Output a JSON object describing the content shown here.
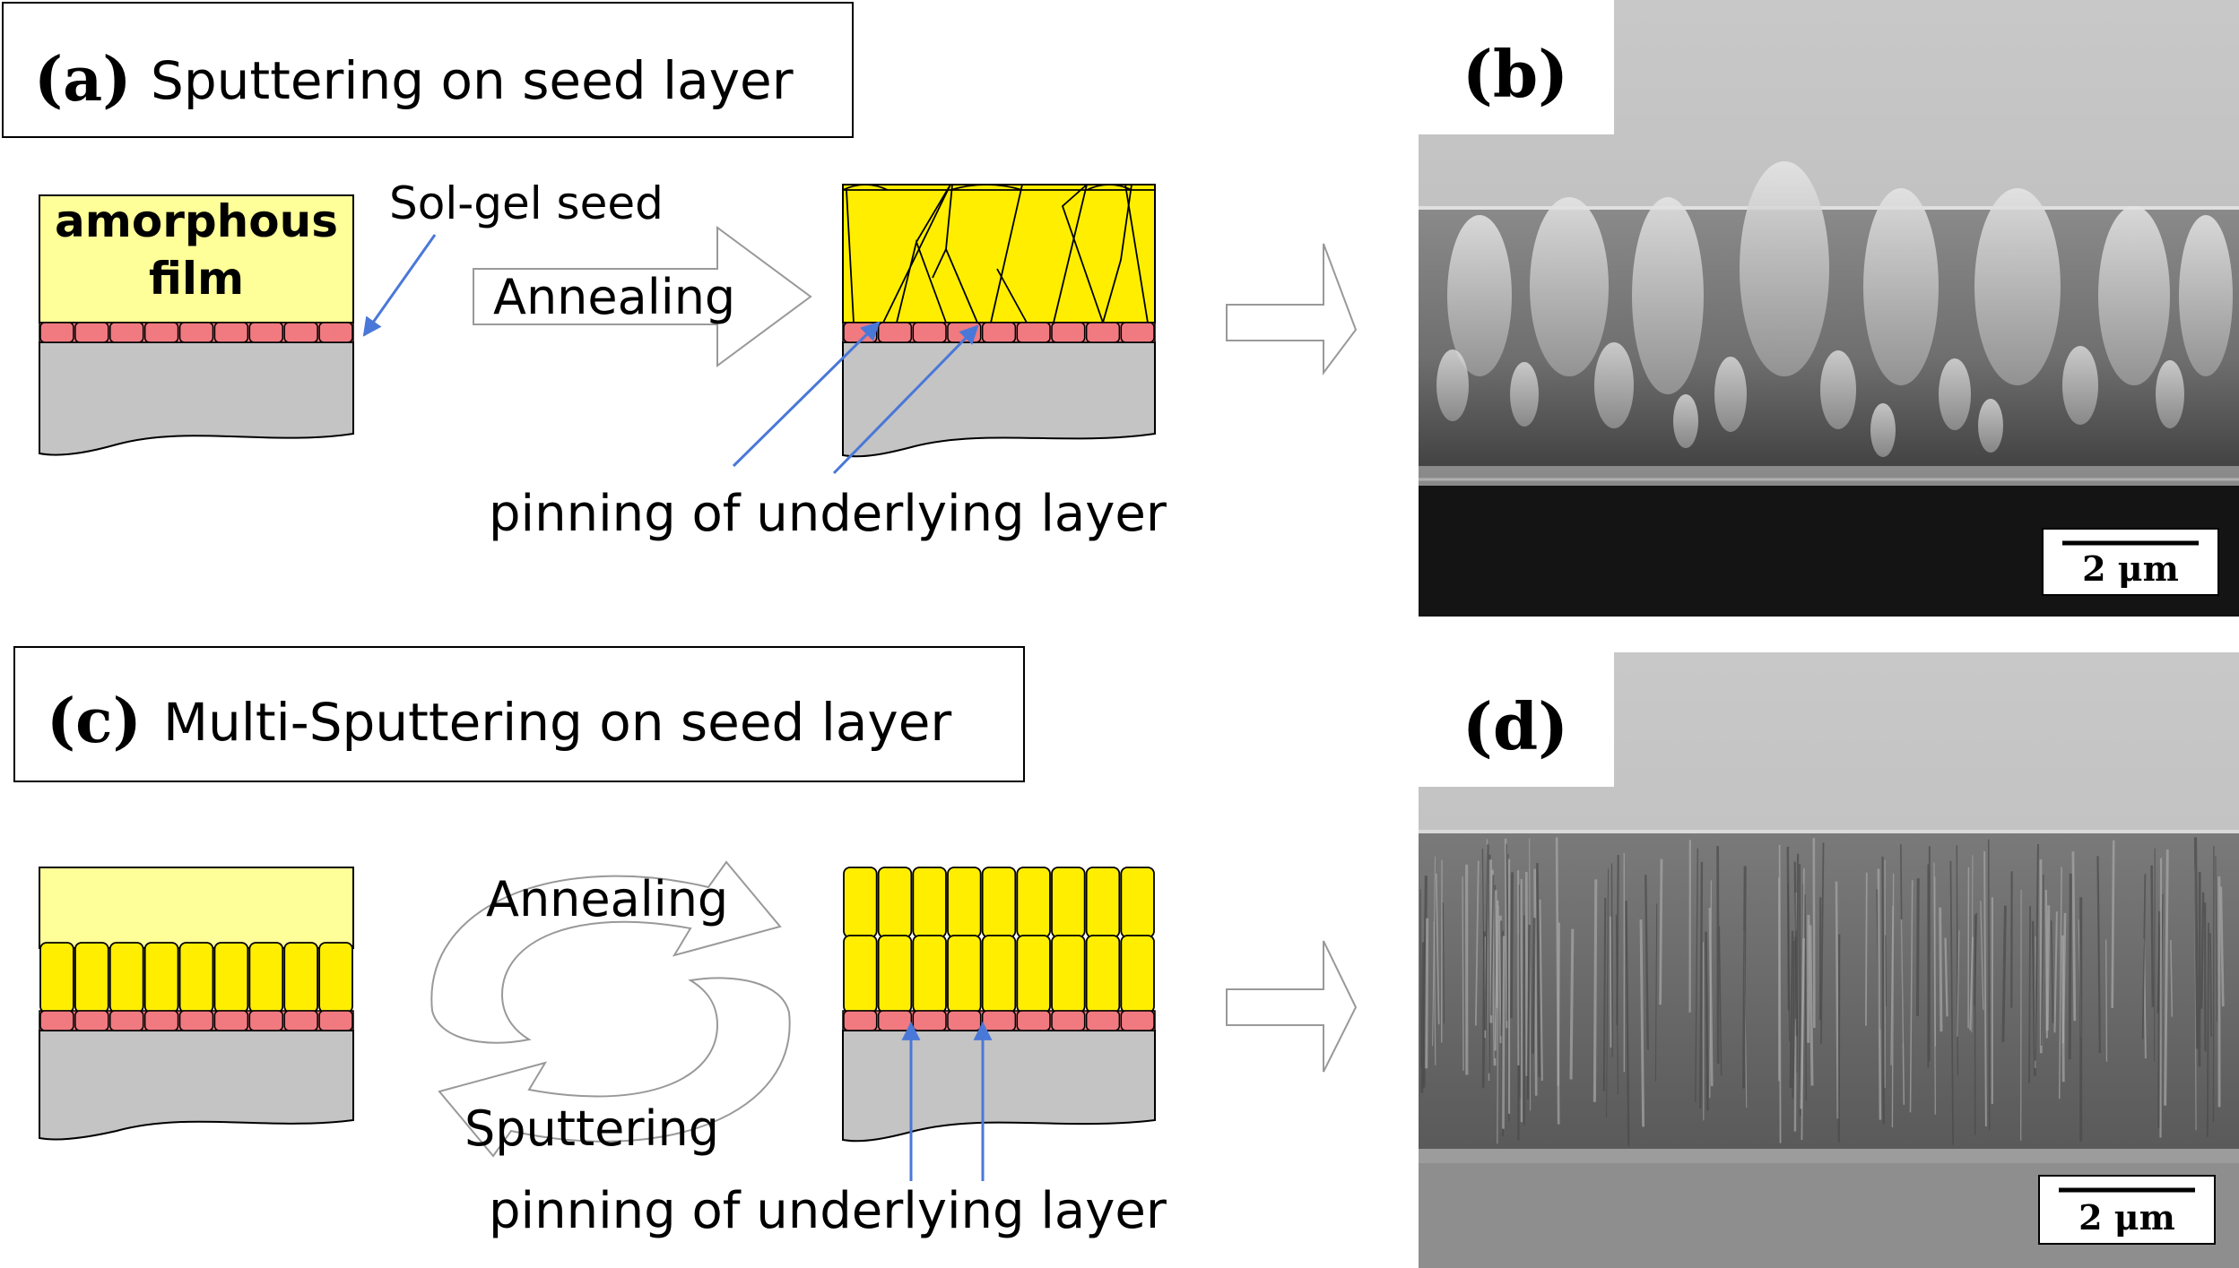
{
  "panel_a": {
    "letter": "(a)",
    "title": "Sputtering on seed layer",
    "film_line1": "amorphous",
    "film_line2": "film",
    "seed_label": "Sol-gel seed",
    "process_label": "Annealing",
    "pinning_label": "pinning of underlying layer"
  },
  "panel_b": {
    "letter": "(b)",
    "scale_bar": "2 μm"
  },
  "panel_c": {
    "letter": "(c)",
    "title": "Multi-Sputtering on seed layer",
    "cycle_top": "Annealing",
    "cycle_bottom": "Sputtering",
    "pinning_label": "pinning of underlying layer"
  },
  "panel_d": {
    "letter": "(d)",
    "scale_bar": "2 μm"
  },
  "colors": {
    "amorphous": "#ffff99",
    "crystal": "#ffee00",
    "seed": "#f07a80",
    "substrate": "#c4c4c4",
    "arrow_blue": "#4a78d8"
  }
}
